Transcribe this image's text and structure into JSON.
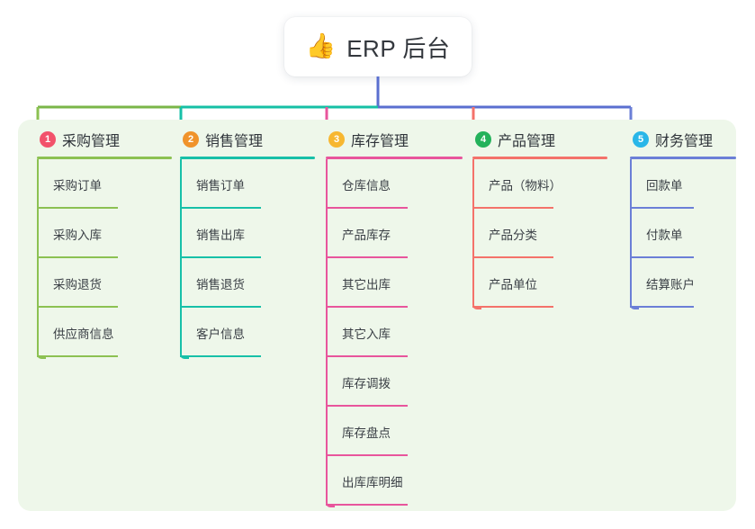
{
  "root": {
    "icon": "thumbs-up-icon",
    "emoji": "👍",
    "title": "ERP 后台"
  },
  "palette": {
    "panel_bg": "#eef7ea",
    "page_bg": "#ffffff",
    "text": "#3a3f45",
    "root_stem": "#5a6fd0",
    "bus_left": "#7ab648",
    "bus_mid": "#16c0a5",
    "bus_right": "#5a6fd0"
  },
  "columns": [
    {
      "number": "1",
      "title": "采购管理",
      "badge_color": "#f2526b",
      "line_color": "#8cc152",
      "items": [
        "采购订单",
        "采购入库",
        "采购退货",
        "供应商信息"
      ]
    },
    {
      "number": "2",
      "title": "销售管理",
      "badge_color": "#f0932b",
      "line_color": "#17c0a8",
      "items": [
        "销售订单",
        "销售出库",
        "销售退货",
        "客户信息"
      ]
    },
    {
      "number": "3",
      "title": "库存管理",
      "badge_color": "#f7b731",
      "line_color": "#e8559c",
      "items": [
        "仓库信息",
        "产品库存",
        "其它出库",
        "其它入库",
        "库存调拨",
        "库存盘点",
        "出库库明细"
      ]
    },
    {
      "number": "4",
      "title": "产品管理",
      "badge_color": "#24b25b",
      "line_color": "#f4726a",
      "items": [
        "产品（物料）",
        "产品分类",
        "产品单位"
      ]
    },
    {
      "number": "5",
      "title": "财务管理",
      "badge_color": "#29b6e8",
      "line_color": "#6b7fd7",
      "items": [
        "回款单",
        "付款单",
        "结算账户"
      ]
    }
  ]
}
